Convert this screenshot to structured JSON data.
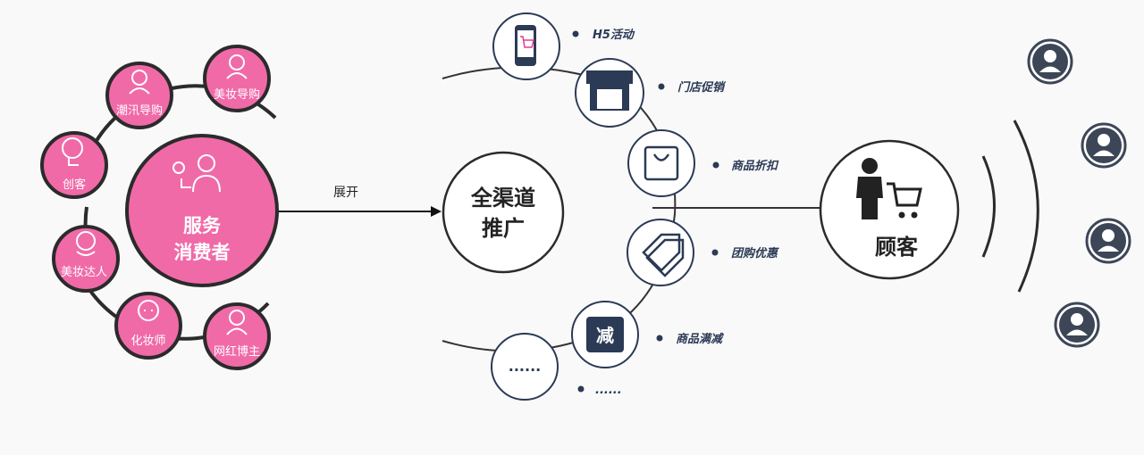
{
  "left": {
    "center": {
      "line1": "服务",
      "line2": "消费者",
      "icon": "service-person-icon"
    },
    "roles": [
      {
        "id": "fashion-guide",
        "label": "潮汛导购",
        "icon": "woman-icon"
      },
      {
        "id": "beauty-guide",
        "label": "美妆导购",
        "icon": "woman-icon"
      },
      {
        "id": "creative",
        "label": "创客",
        "icon": "lightbulb-head-icon"
      },
      {
        "id": "beauty-expert",
        "label": "美妆达人",
        "icon": "woman-icon"
      },
      {
        "id": "makeup-artist",
        "label": "化妆师",
        "icon": "face-icon"
      },
      {
        "id": "influencer",
        "label": "网红博主",
        "icon": "woman-icon"
      }
    ]
  },
  "arrow_label": "展开",
  "hub": {
    "line1": "全渠道",
    "line2": "推广"
  },
  "channels": [
    {
      "id": "h5",
      "label": "H5活动",
      "icon": "mobile-cart-icon"
    },
    {
      "id": "store",
      "label": "门店促销",
      "icon": "storefront-icon"
    },
    {
      "id": "discount",
      "label": "商品折扣",
      "icon": "shopping-bag-icon"
    },
    {
      "id": "group",
      "label": "团购优惠",
      "icon": "price-tag-icon"
    },
    {
      "id": "reduction",
      "label": "商品满减",
      "icon": "jian-badge-icon",
      "badge_text": "减"
    },
    {
      "id": "more",
      "label": "......",
      "icon": "",
      "inner_text": "......"
    }
  ],
  "customer": {
    "label": "顾客",
    "icon": "shopper-cart-icon"
  },
  "colors": {
    "pink": "#f06aa8",
    "navy": "#2b3a55",
    "line": "#333333"
  }
}
